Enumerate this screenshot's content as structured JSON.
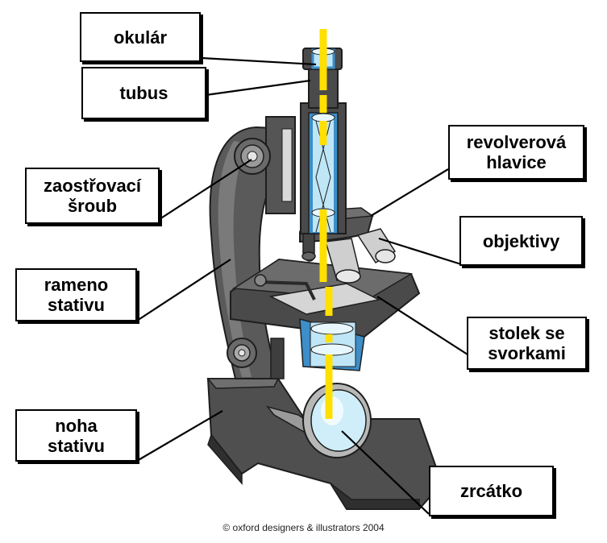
{
  "labels": {
    "okular": "okulár",
    "tubus": "tubus",
    "revolver": "revolverová\nhlavice",
    "zaostrovaci": "zaostřovací\nšroub",
    "objektivy": "objektivy",
    "rameno": "rameno\nstativu",
    "stolek": "stolek se\nsvorkami",
    "noha": "noha\nstativu",
    "zrcatko": "zrcátko"
  },
  "credit": "© oxford designers & illustrators 2004",
  "colors": {
    "body_dark": "#4a4a4a",
    "body_mid": "#6b6b6b",
    "light_beam": "#ffe000",
    "lens_blue": "#bfe6f7",
    "cutaway_blue": "#3d8ec9"
  }
}
